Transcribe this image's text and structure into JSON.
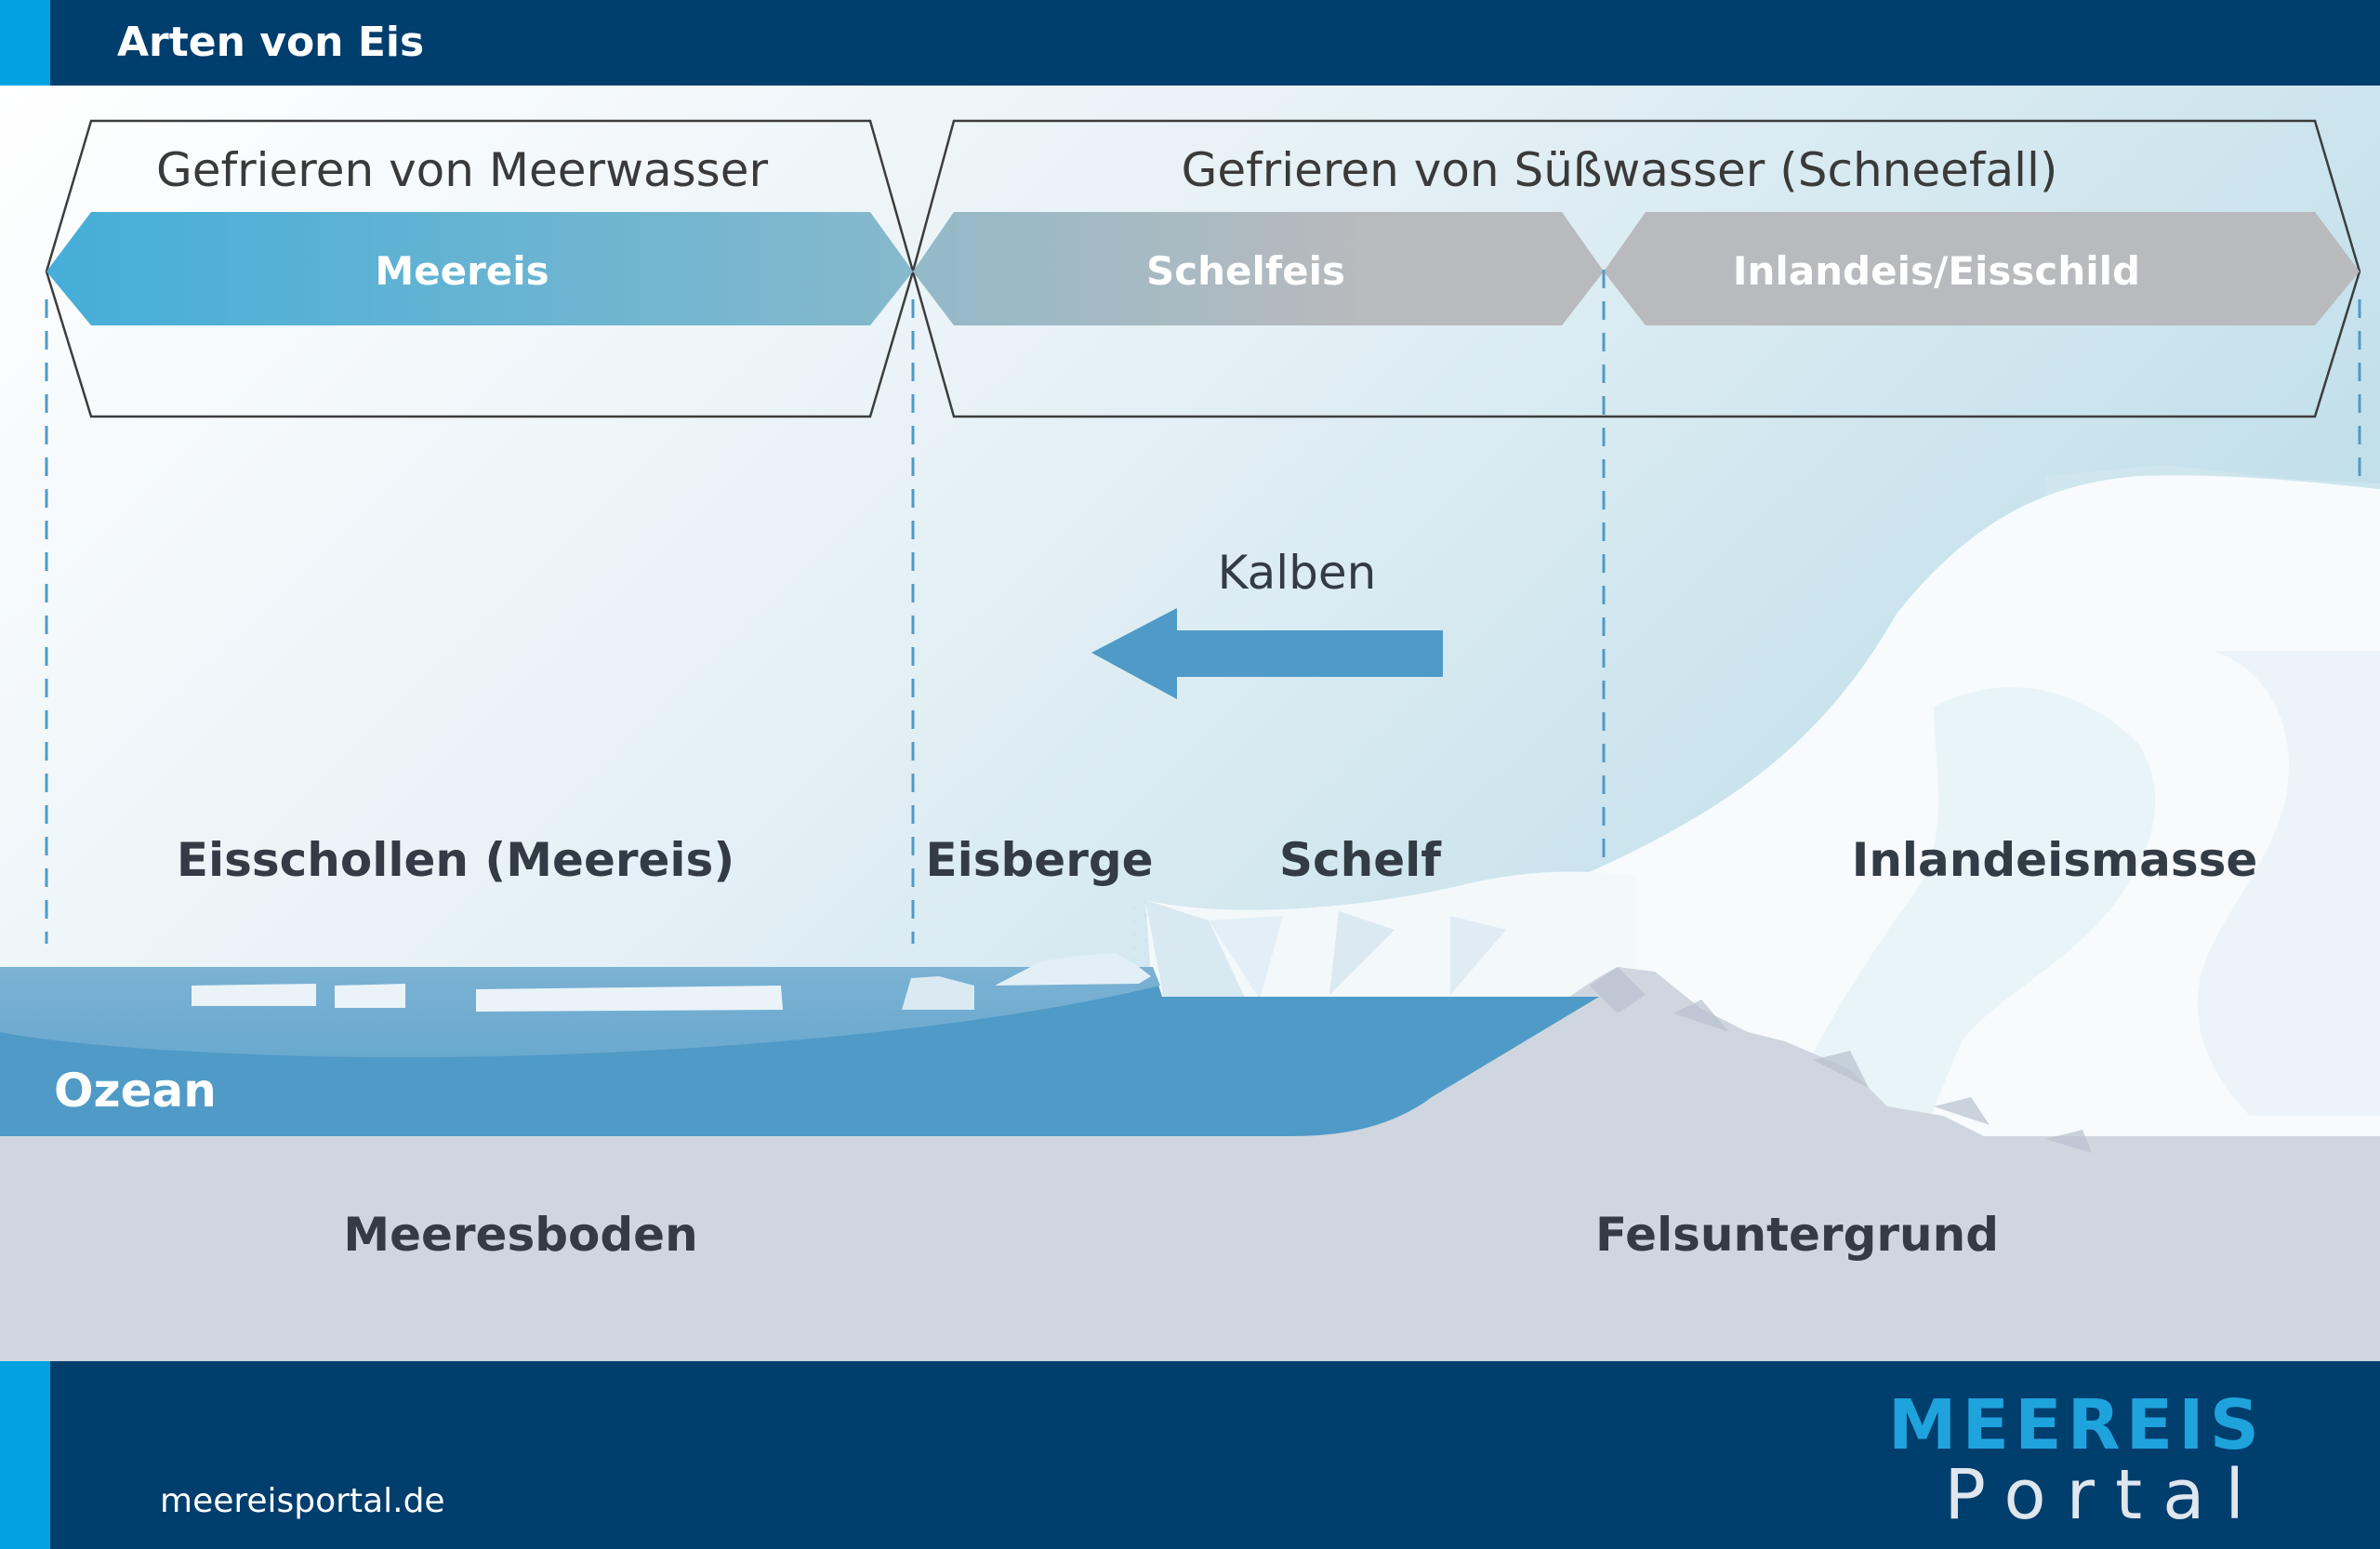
{
  "header": {
    "title": "Arten von Eis"
  },
  "groups": {
    "sea_water": "Gefrieren von Meerwasser",
    "fresh_water": "Gefrieren von Süßwasser (Schneefall)"
  },
  "bands": {
    "meereis": "Meereis",
    "schelfeis": "Schelfeis",
    "inlandeis": "Inlandeis/Eisschild"
  },
  "labels": {
    "kalben": "Kalben",
    "eisschollen": "Eisschollen (Meereis)",
    "eisberge": "Eisberge",
    "schelf": "Schelf",
    "inlandeismasse": "Inlandeismasse",
    "ozean": "Ozean",
    "meeresboden": "Meeresboden",
    "felsuntergrund": "Felsuntergrund"
  },
  "footer": {
    "url": "meereisportal.de",
    "logo_line1": "MEEREIS",
    "logo_line2": "Portal"
  },
  "colors": {
    "navy": "#003e6e",
    "accent_cyan": "#00a3e0",
    "ocean": "#4f9ac7",
    "sea_ice_band": "#4fb0d8",
    "shelf_band": "#b7b9bc",
    "seabed": "#cfd6df"
  }
}
